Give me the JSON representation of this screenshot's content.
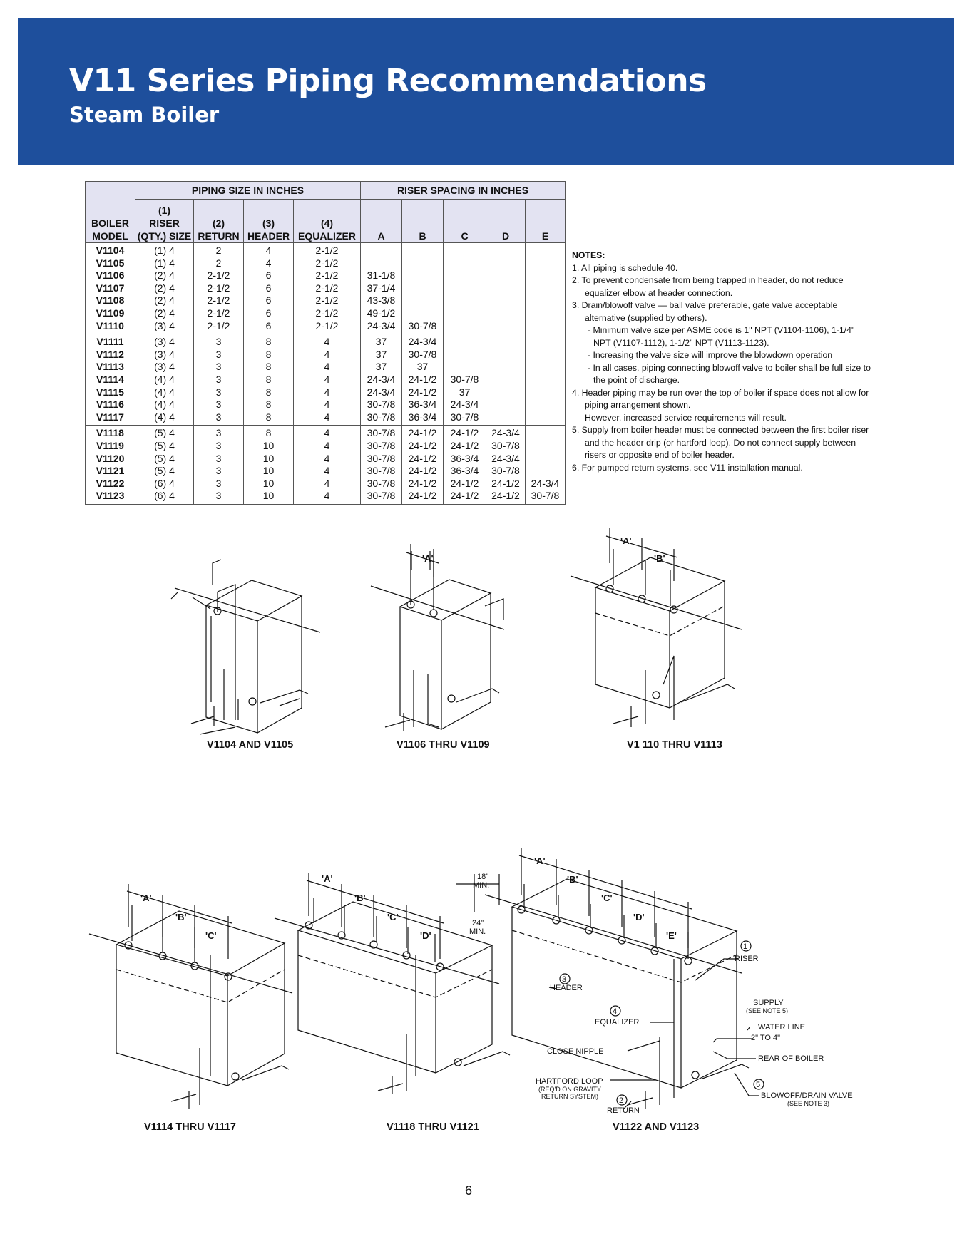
{
  "header": {
    "title": "V11 Series Piping Recommendations",
    "subtitle": "Steam Boiler"
  },
  "table": {
    "group_piping": "PIPING SIZE IN INCHES",
    "group_riser": "RISER SPACING IN INCHES",
    "col_model": "BOILER\nMODEL",
    "col_riser": "(1)\nRISER\n(QTY.) SIZE",
    "col_return": "(2)\nRETURN",
    "col_header": "(3)\nHEADER",
    "col_equalizer": "(4)\nEQUALIZER",
    "col_a": "A",
    "col_b": "B",
    "col_c": "C",
    "col_d": "D",
    "col_e": "E",
    "groups": [
      {
        "model": "V1104\nV1105\nV1106\nV1107\nV1108\nV1109\nV1110",
        "riser": "(1) 4\n(1) 4\n(2) 4\n(2) 4\n(2) 4\n(2) 4\n(3) 4",
        "ret": "2\n2\n2-1/2\n2-1/2\n2-1/2\n2-1/2\n2-1/2",
        "header": "4\n4\n6\n6\n6\n6\n6",
        "equalizer": "2-1/2\n2-1/2\n2-1/2\n2-1/2\n2-1/2\n2-1/2\n2-1/2",
        "a": "\n\n31-1/8\n37-1/4\n43-3/8\n49-1/2\n24-3/4",
        "b": "\n\n\n\n\n\n30-7/8",
        "c": "",
        "d": "",
        "e": ""
      },
      {
        "model": "V1111\nV1112\nV1113\nV1114\nV1115\nV1116\nV1117",
        "riser": "(3) 4\n(3) 4\n(3) 4\n(4) 4\n(4) 4\n(4) 4\n(4) 4",
        "ret": "3\n3\n3\n3\n3\n3\n3",
        "header": "8\n8\n8\n8\n8\n8\n8",
        "equalizer": "4\n4\n4\n4\n4\n4\n4",
        "a": "37\n37\n37\n24-3/4\n24-3/4\n30-7/8\n30-7/8",
        "b": "24-3/4\n30-7/8\n37\n24-1/2\n24-1/2\n36-3/4\n36-3/4",
        "c": "\n\n\n30-7/8\n37\n24-3/4\n30-7/8",
        "d": "",
        "e": ""
      },
      {
        "model": "V1118\nV1119\nV1120\nV1121\nV1122\nV1123",
        "riser": "(5) 4\n(5) 4\n(5) 4\n(5) 4\n(6) 4\n(6) 4",
        "ret": "3\n3\n3\n3\n3\n3",
        "header": "8\n10\n10\n10\n10\n10",
        "equalizer": "4\n4\n4\n4\n4\n4",
        "a": "30-7/8\n30-7/8\n30-7/8\n30-7/8\n30-7/8\n30-7/8",
        "b": "24-1/2\n24-1/2\n24-1/2\n24-1/2\n24-1/2\n24-1/2",
        "c": "24-1/2\n24-1/2\n36-3/4\n36-3/4\n24-1/2\n24-1/2",
        "d": "24-3/4\n30-7/8\n24-3/4\n30-7/8\n24-1/2\n24-1/2",
        "e": "\n\n\n\n24-3/4\n30-7/8"
      }
    ]
  },
  "notes": {
    "heading": "NOTES:",
    "n1": "1.  All piping is schedule 40.",
    "n2a": "2.  To prevent condensate from being trapped in header,",
    "n2u": "do not",
    "n2b": "reduce",
    "n2c": "equalizer elbow at header connection.",
    "n3": "3.  Drain/blowoff valve — ball valve preferable, gate valve acceptable alternative (supplied by others).",
    "n3a": "- Minimum valve size per ASME code is 1\" NPT (V1104-1106), 1-1/4\" NPT (V1107-1112), 1-1/2\" NPT (V1113-1123).",
    "n3b": "- Increasing the valve size will improve the blowdown operation",
    "n3c": "- In all cases, piping connecting blowoff valve to boiler shall be full size to the point of discharge.",
    "n4": "4.  Header piping may be run over the top of boiler if space does not allow for piping arrangement shown.",
    "n4b": "However, increased service requirements will result.",
    "n5": "5.  Supply from boiler header must be connected between the first boiler riser and the header drip (or hartford loop). Do not connect supply between risers or opposite end of boiler header.",
    "n6": "6.  For pumped return systems, see V11 installation manual."
  },
  "diagrams": {
    "cap1": "V1104 AND V1105",
    "cap2": "V1106 THRU V1109",
    "cap3": "V1 110 THRU V1113",
    "cap4": "V1114 THRU V1117",
    "cap5": "V1118 THRU V1121",
    "cap6": "V1122 AND V1123",
    "dim_a": "'A'",
    "dim_b": "'B'",
    "dim_c": "'C'",
    "dim_d": "'D'",
    "dim_e": "'E'",
    "min18": "18\"",
    "min24": "24\"",
    "min": "MIN.",
    "num1": "1",
    "num2": "2",
    "num3": "3",
    "num4": "4",
    "num5": "5",
    "riser": "RISER",
    "header": "HEADER",
    "supply": "SUPPLY",
    "see5": "(SEE NOTE 5)",
    "equalizer": "EQUALIZER",
    "waterline": "WATER LINE",
    "range": "2\" TO 4\"",
    "closenipple": "CLOSE NIPPLE",
    "rear": "REAR OF BOILER",
    "hartford": "HARTFORD LOOP",
    "hartford2": "(REQ'D ON GRAVITY",
    "hartford3": "RETURN SYSTEM)",
    "ret": "RETURN",
    "blowoff": "BLOWOFF/DRAIN VALVE",
    "see3": "(SEE NOTE 3)"
  },
  "page_number": "6"
}
